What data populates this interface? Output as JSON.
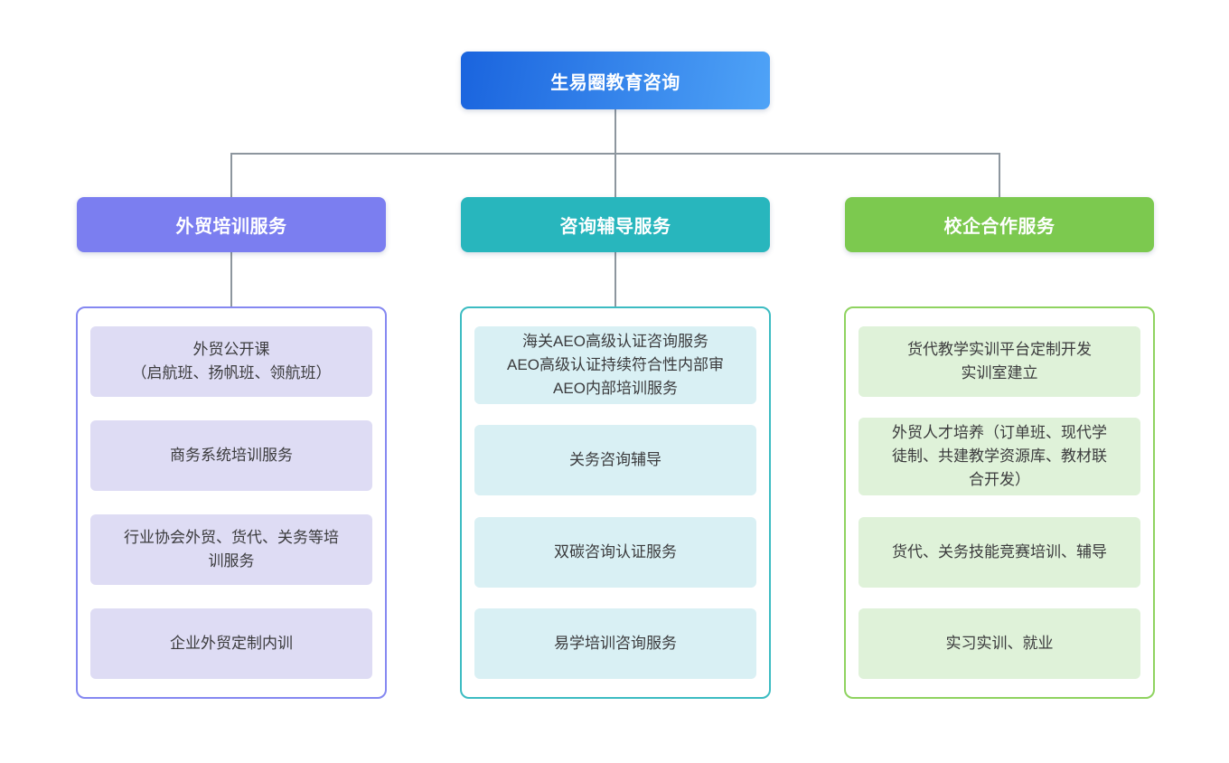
{
  "title": "生易圈教育咨询",
  "colors": {
    "root-grad-start": "#1A64DE",
    "root-grad-end": "#4FA3F7",
    "purple-header": "#7B7EF0",
    "purple-border": "#8588F1",
    "purple-item-bg": "#DEDCF4",
    "teal-header": "#28B6BD",
    "teal-border": "#3CBCC2",
    "teal-item-bg": "#D9F0F4",
    "green-header": "#7CC94F",
    "green-border": "#8FD360",
    "green-item-bg": "#DFF2D9",
    "connector": "#8D969E",
    "item-text": "#3B3B3D"
  },
  "root": {
    "label": "生易圈教育咨询"
  },
  "branches": [
    {
      "label": "外贸培训服务",
      "theme": "purple",
      "items": [
        {
          "lines": [
            "外贸公开课",
            "（启航班、扬帆班、领航班）"
          ]
        },
        {
          "lines": [
            "商务系统培训服务"
          ]
        },
        {
          "lines": [
            "行业协会外贸、货代、关务等培",
            "训服务"
          ]
        },
        {
          "lines": [
            "企业外贸定制内训"
          ]
        }
      ]
    },
    {
      "label": "咨询辅导服务",
      "theme": "teal",
      "items": [
        {
          "lines": [
            "海关AEO高级认证咨询服务",
            "AEO高级认证持续符合性内部审",
            "AEO内部培训服务"
          ]
        },
        {
          "lines": [
            "关务咨询辅导"
          ]
        },
        {
          "lines": [
            "双碳咨询认证服务"
          ]
        },
        {
          "lines": [
            "易学培训咨询服务"
          ]
        }
      ]
    },
    {
      "label": "校企合作服务",
      "theme": "green",
      "items": [
        {
          "lines": [
            "货代教学实训平台定制开发",
            "实训室建立"
          ]
        },
        {
          "lines": [
            "外贸人才培养（订单班、现代学",
            "徒制、共建教学资源库、教材联",
            "合开发）"
          ]
        },
        {
          "lines": [
            "货代、关务技能竞赛培训、辅导"
          ]
        },
        {
          "lines": [
            "实习实训、就业"
          ]
        }
      ]
    }
  ]
}
